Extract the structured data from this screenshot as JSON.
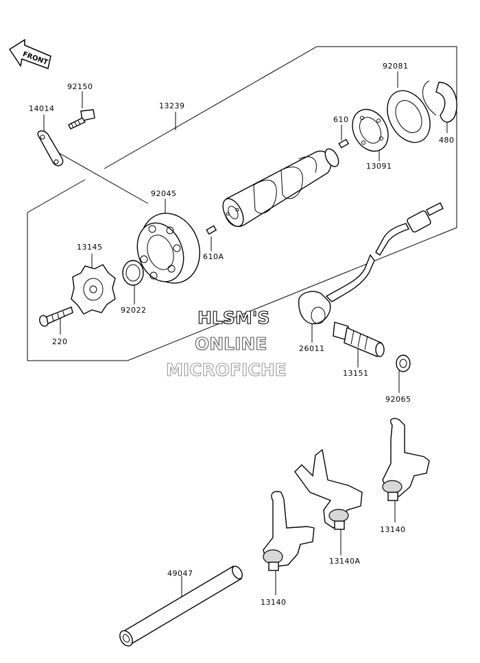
{
  "diagram": {
    "front_label": "FRONT",
    "watermark": {
      "line1": "HLSM'S",
      "line2": "ONLINE",
      "line3": "MICROFICHE"
    },
    "part_numbers": {
      "p92150": "92150",
      "p14014": "14014",
      "p13239": "13239",
      "p92081": "92081",
      "p610": "610",
      "p480": "480",
      "p13091": "13091",
      "p92045": "92045",
      "p610A": "610A",
      "p13145": "13145",
      "p92022": "92022",
      "p220": "220",
      "p26011": "26011",
      "p13151": "13151",
      "p92065": "92065",
      "p13140_right": "13140",
      "p13140A": "13140A",
      "p13140_left": "13140",
      "p49047": "49047"
    }
  }
}
